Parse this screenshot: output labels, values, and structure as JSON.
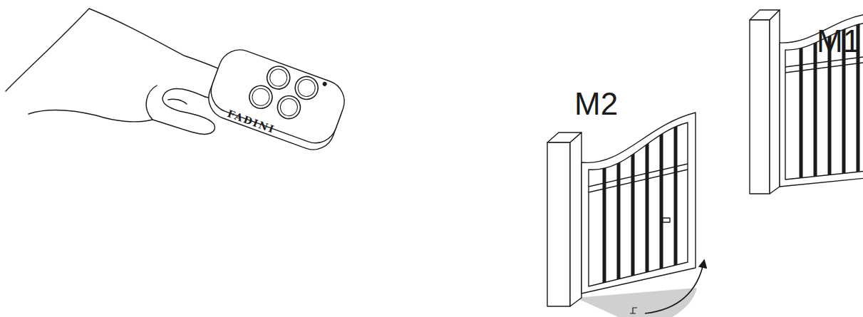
{
  "diagram": {
    "labels": [
      "FADINI",
      "M2",
      "M1"
    ]
  }
}
